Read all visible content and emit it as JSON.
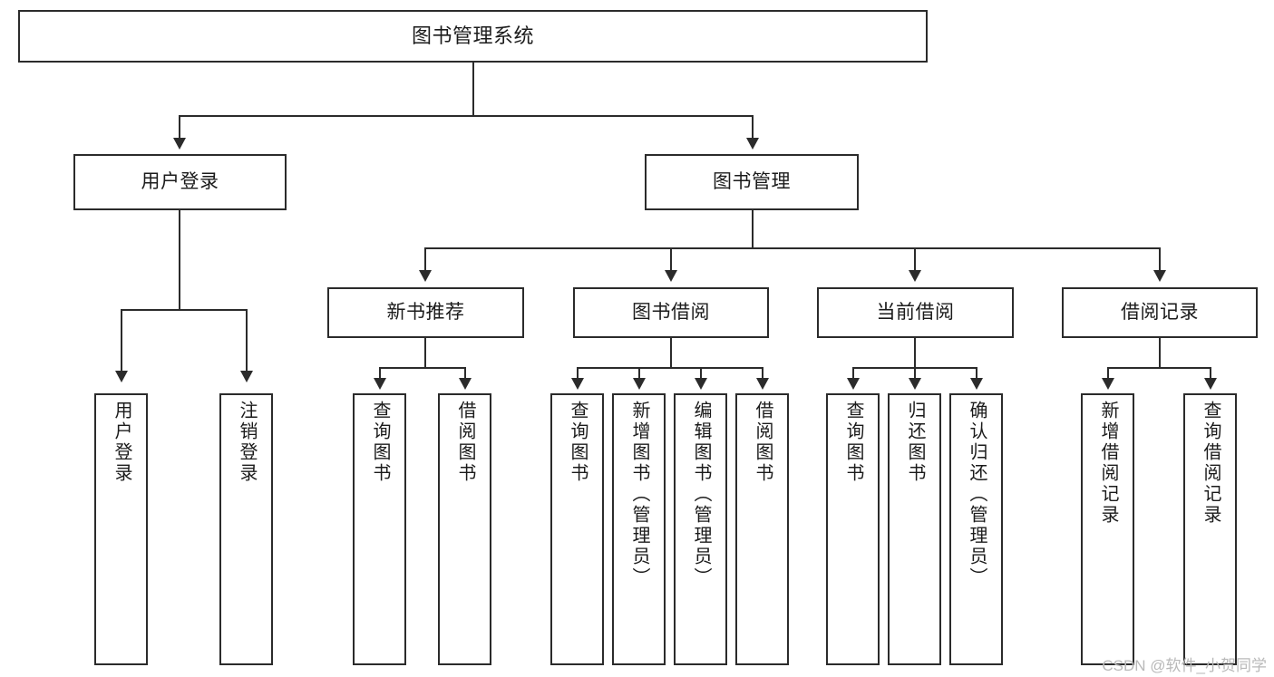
{
  "diagram": {
    "title": "图书管理系统",
    "type": "tree-hierarchy-chart",
    "colors": {
      "box_border": "#2b2b2b",
      "box_fill": "#ffffff",
      "line": "#2b2b2b",
      "text": "#1b1b1b",
      "watermark": "#b9b9b9",
      "background": "#ffffff"
    },
    "root": {
      "label": "图书管理系统"
    },
    "level2": [
      {
        "label": "用户登录"
      },
      {
        "label": "图书管理"
      }
    ],
    "level3": [
      {
        "label": "新书推荐"
      },
      {
        "label": "图书借阅"
      },
      {
        "label": "当前借阅"
      },
      {
        "label": "借阅记录"
      }
    ],
    "leaves": {
      "user_login": [
        {
          "label": "用户登录"
        },
        {
          "label": "注销登录"
        }
      ],
      "new_book": [
        {
          "label": "查询图书"
        },
        {
          "label": "借阅图书"
        }
      ],
      "book_borrow": [
        {
          "label": "查询图书"
        },
        {
          "label": "新增图书（管理员）"
        },
        {
          "label": "编辑图书（管理员）"
        },
        {
          "label": "借阅图书"
        }
      ],
      "current_borrow": [
        {
          "label": "查询图书"
        },
        {
          "label": "归还图书"
        },
        {
          "label": "确认归还（管理员）"
        }
      ],
      "borrow_record": [
        {
          "label": "新增借阅记录"
        },
        {
          "label": "查询借阅记录"
        }
      ]
    }
  },
  "watermark": {
    "text": "CSDN @软件_小贺同学"
  }
}
